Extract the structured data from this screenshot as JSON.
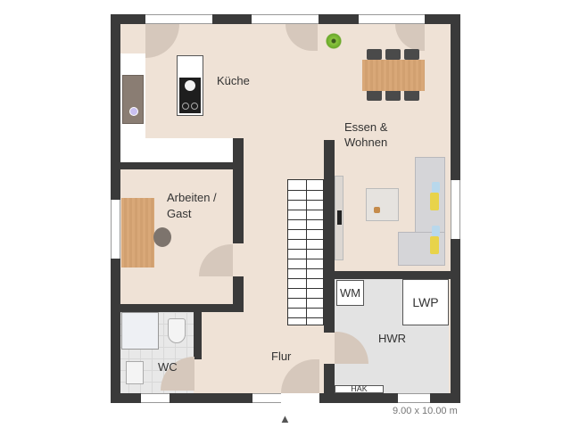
{
  "rooms": {
    "kueche": "Küche",
    "essen_line1": "Essen &",
    "essen_line2": "Wohnen",
    "arbeiten_line1": "Arbeiten /",
    "arbeiten_line2": "Gast",
    "wc": "WC",
    "flur": "Flur",
    "hwr": "HWR"
  },
  "fixtures": {
    "wm": "WM",
    "lwp": "LWP",
    "hak": "HAK"
  },
  "dimensions": "9.00 x 10.00 m",
  "entrance_marker": "▲",
  "colors": {
    "wall": "#3a3a3a",
    "floor": "#efe2d6",
    "utility_floor": "#e3e3e3",
    "door_swing": "#d6c8bc"
  }
}
